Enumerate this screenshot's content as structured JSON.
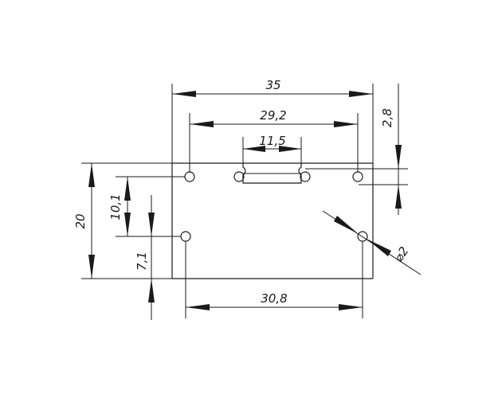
{
  "dimensions": {
    "overall_width": "35",
    "hole_spacing_top": "29,2",
    "slot_width": "11,5",
    "top_offset": "2,8",
    "overall_height": "20",
    "hole_vertical_spacing": "10,1",
    "bottom_hole_offset": "7,1",
    "hole_spacing_bottom": "30,8",
    "hole_diameter": "⌀2"
  },
  "colors": {
    "line": "#1a1a1a",
    "background": "#ffffff"
  }
}
